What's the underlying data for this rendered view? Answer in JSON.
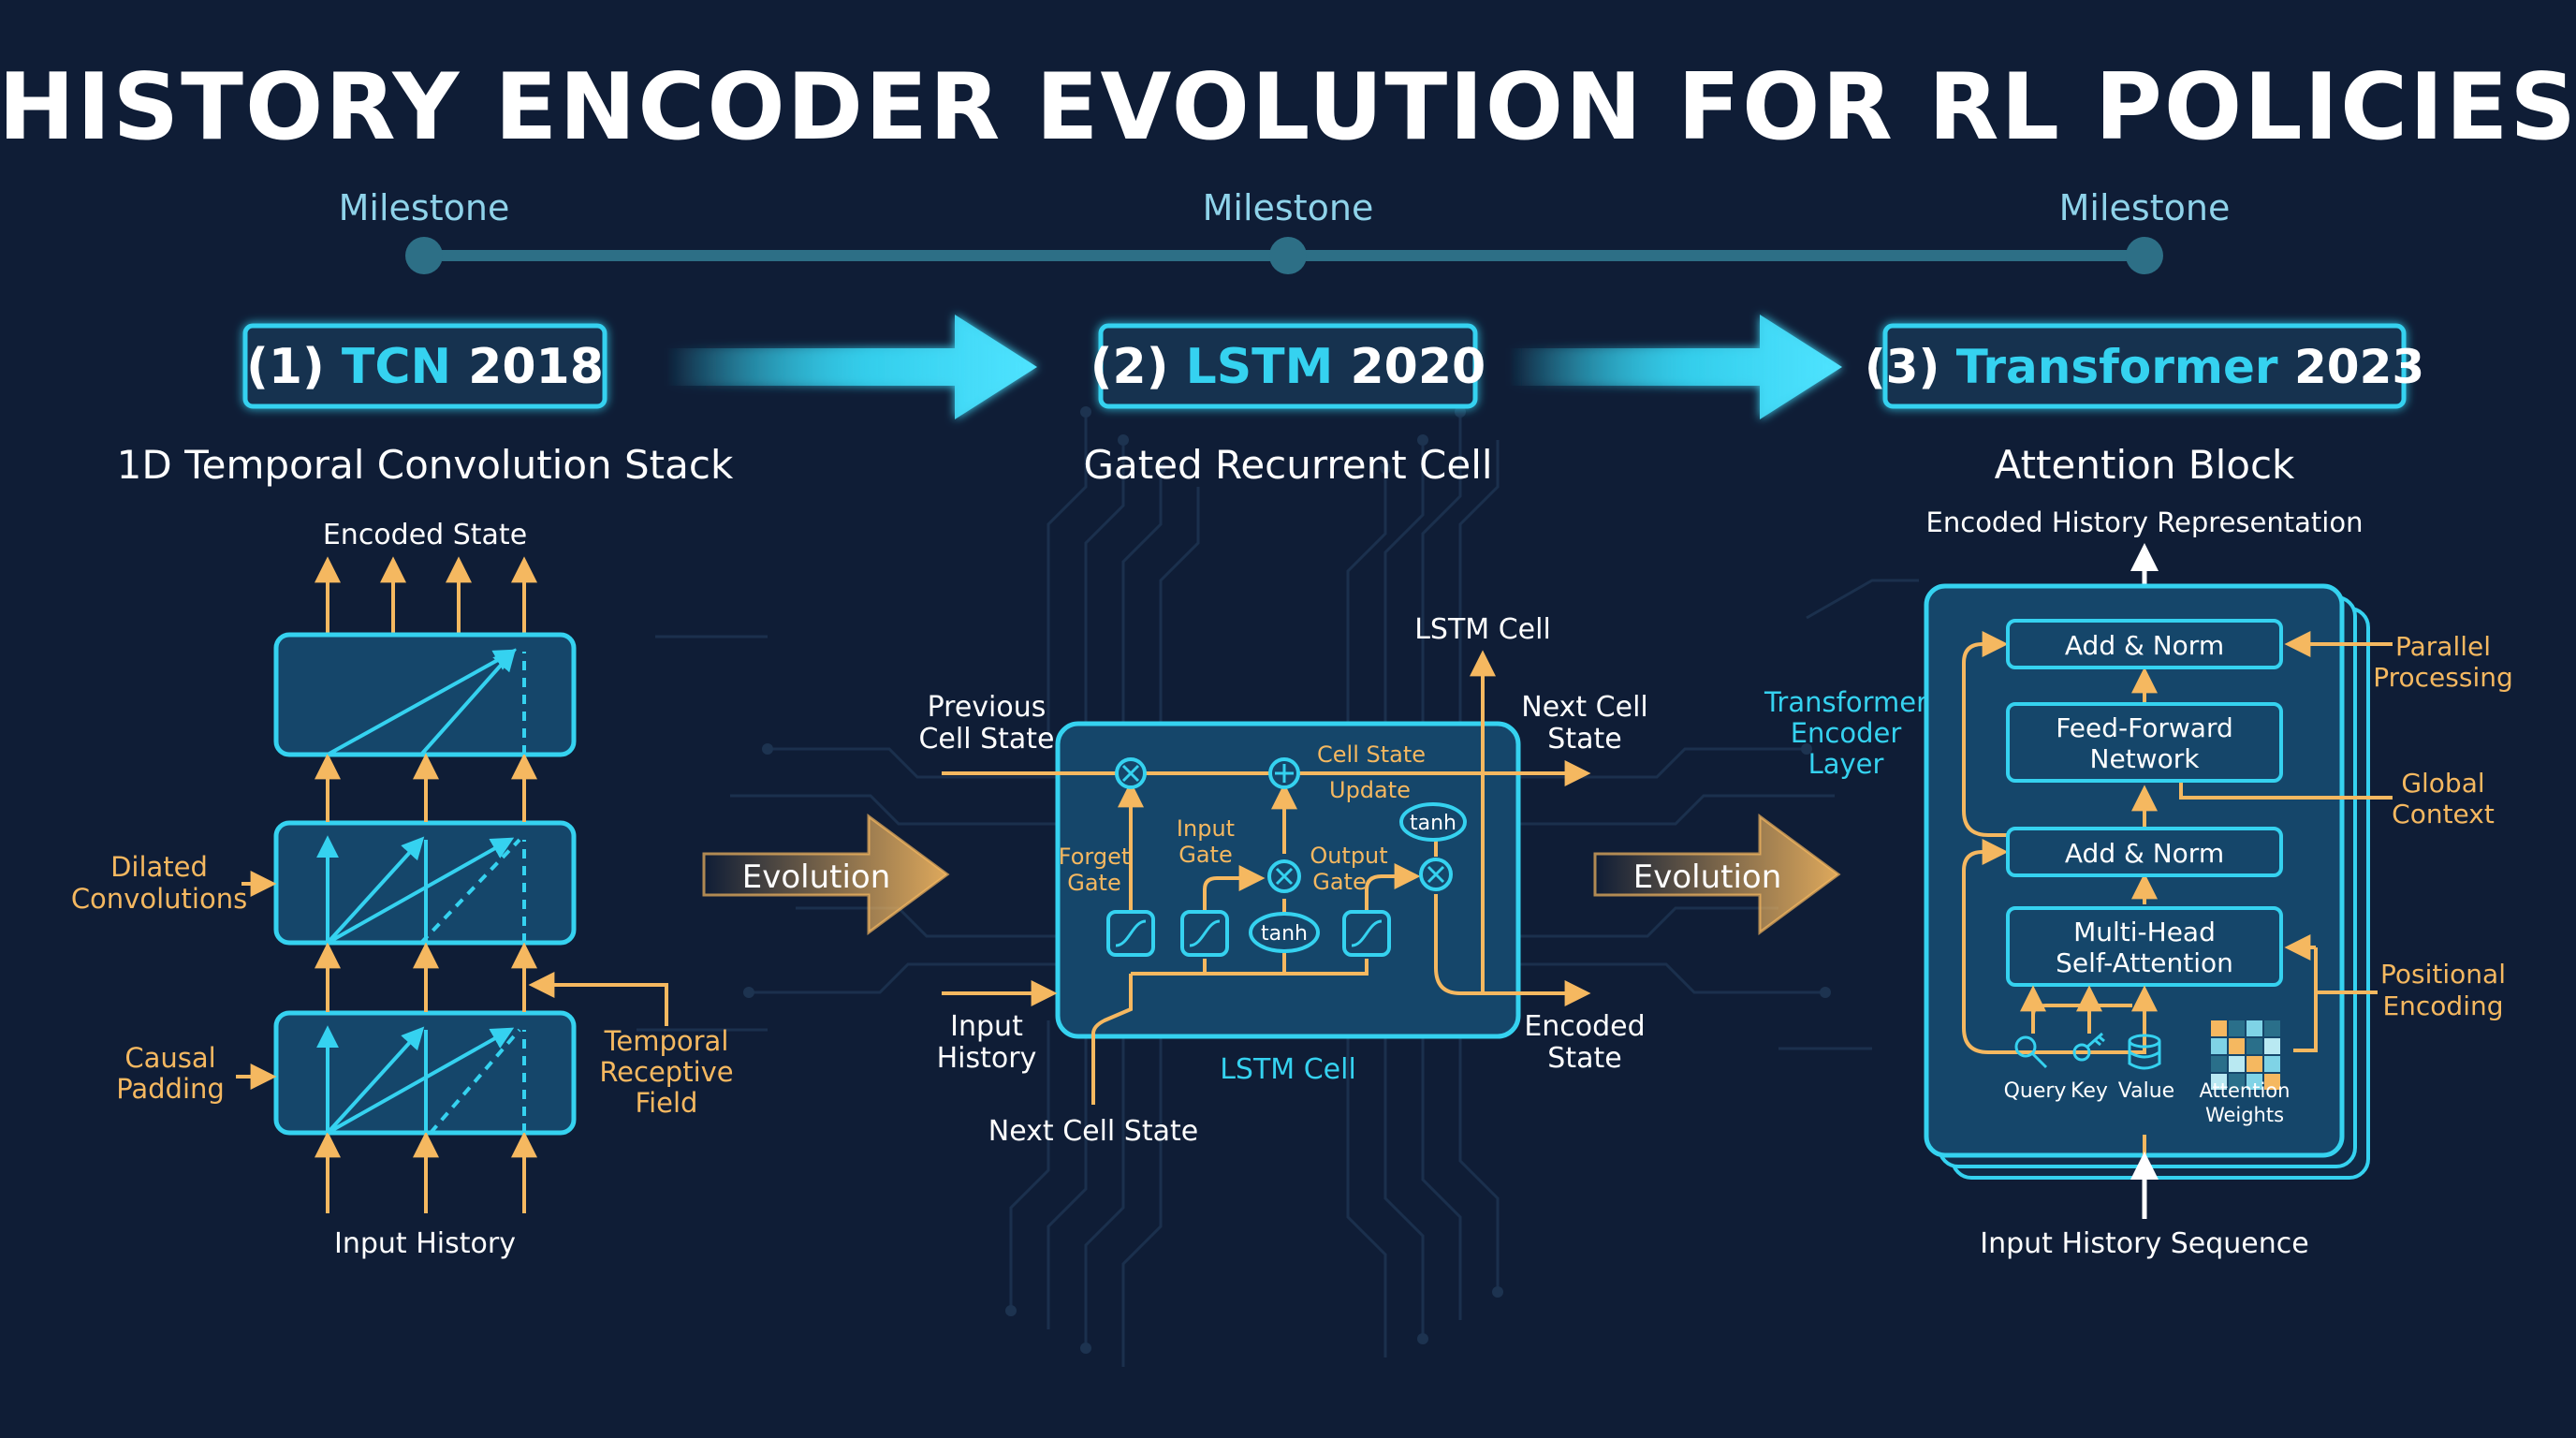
{
  "title": "HISTORY ENCODER EVOLUTION FOR RL POLICIES",
  "timeline": {
    "milestones": [
      "Milestone",
      "Milestone",
      "Milestone"
    ]
  },
  "stages": [
    {
      "num": "(1)",
      "name": "TCN",
      "year": "2018",
      "subtitle": "1D Temporal Convolution Stack"
    },
    {
      "num": "(2)",
      "name": "LSTM",
      "year": "2020",
      "subtitle": "Gated Recurrent Cell"
    },
    {
      "num": "(3)",
      "name": "Transformer",
      "year": "2023",
      "subtitle": "Attention Block"
    }
  ],
  "evolution_label": "Evolution",
  "tcn": {
    "top": "Encoded State",
    "bottom": "Input History",
    "dilated": [
      "Dilated",
      "Convolutions"
    ],
    "causal": [
      "Causal",
      "Padding"
    ],
    "receptive": [
      "Temporal",
      "Receptive",
      "Field"
    ]
  },
  "lstm": {
    "prev_state": [
      "Previous",
      "Cell State"
    ],
    "input_history": [
      "Input",
      "History"
    ],
    "next_cell_bottom": "Next Cell State",
    "lstm_cell_top": "LSTM Cell",
    "next_state": [
      "Next Cell",
      "State"
    ],
    "encoded_state": [
      "Encoded",
      "State"
    ],
    "cell_label": "LSTM Cell",
    "cell_state": "Cell State",
    "update": "Update",
    "forget": [
      "Forget",
      "Gate"
    ],
    "input_gate": [
      "Input",
      "Gate"
    ],
    "output_gate": [
      "Output",
      "Gate"
    ],
    "tanh": "tanh"
  },
  "transformer": {
    "top": "Encoded History Representation",
    "bottom": "Input History Sequence",
    "layer_label": [
      "Transformer",
      "Encoder",
      "Layer"
    ],
    "add_norm": "Add & Norm",
    "ffn": [
      "Feed-Forward",
      "Network"
    ],
    "mhsa": [
      "Multi-Head",
      "Self-Attention"
    ],
    "query": "Query",
    "key": "Key",
    "value": "Value",
    "attn_weights": [
      "Attention",
      "Weights"
    ],
    "parallel": [
      "Parallel",
      "Processing"
    ],
    "global": [
      "Global",
      "Context"
    ],
    "positional": [
      "Positional",
      "Encoding"
    ]
  },
  "colors": {
    "background": "#0f1d36",
    "cyan": "#35d2f0",
    "orange": "#f5b860",
    "text": "#ffffff",
    "timeline": "#2d6f86"
  }
}
